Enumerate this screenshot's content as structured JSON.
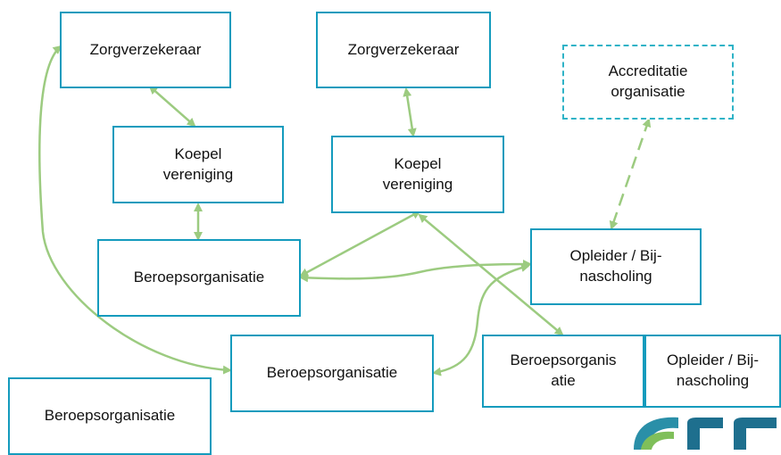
{
  "diagram": {
    "colors": {
      "box_border": "#149bbd",
      "dashed_border": "#2fb3c7",
      "arrow": "#9ccb80"
    },
    "nodes": {
      "zorgverzekeraar_1": "Zorgverzekeraar",
      "zorgverzekeraar_2": "Zorgverzekeraar",
      "accreditatie": "Accreditatie\norganisatie",
      "koepel_1": "Koepel\nvereniging",
      "koepel_2": "Koepel\nvereniging",
      "beroepsorganisatie_1": "Beroepsorganisatie",
      "opleider_1": "Opleider / Bij-\nnascholing",
      "beroepsorganisatie_2": "Beroepsorganisatie",
      "beroepsorganisatie_3": "Beroepsorganis\natie",
      "opleider_2": "Opleider / Bij-\nnascholing",
      "beroepsorganisatie_4": "Beroepsorganisatie"
    },
    "logo_icon": "partial-logo-icon"
  }
}
